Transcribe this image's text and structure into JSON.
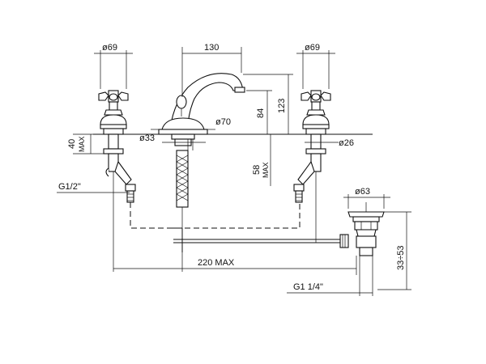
{
  "drawing": {
    "line_color": "#111111",
    "background": "#ffffff",
    "dimensions": {
      "handle_left_diameter": "ø69",
      "spout_spacing": "130",
      "handle_right_diameter": "ø69",
      "spout_height_total": "123",
      "spout_height": "84",
      "spout_base_diameter": "ø70",
      "body_height": "40",
      "body_height_max": "MAX",
      "stem_left_diameter": "ø33",
      "stem_right_diameter": "ø26",
      "deck_thickness": "58",
      "deck_thickness_max": "MAX",
      "inlet_thread": "G1/2\"",
      "waste_diameter": "ø63",
      "overall_width": "220 MAX",
      "waste_height": "33÷53",
      "waste_thread": "G1 1/4\""
    }
  }
}
